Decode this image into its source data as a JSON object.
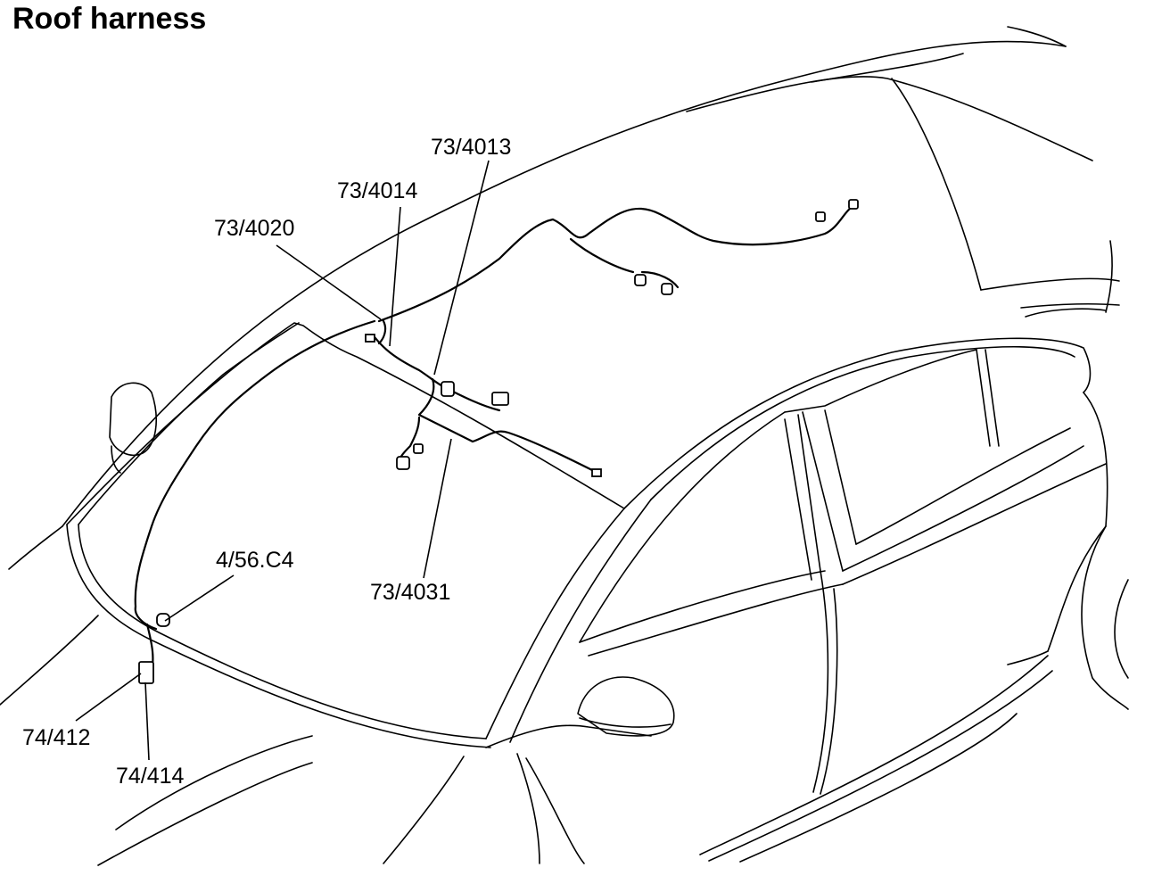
{
  "title": "Roof harness",
  "callouts": [
    {
      "id": "73_4013",
      "label": "73/4013"
    },
    {
      "id": "73_4014",
      "label": "73/4014"
    },
    {
      "id": "73_4020",
      "label": "73/4020"
    },
    {
      "id": "4_56_C4",
      "label": "4/56.C4"
    },
    {
      "id": "73_4031",
      "label": "73/4031"
    },
    {
      "id": "74_412",
      "label": "74/412"
    },
    {
      "id": "74_414",
      "label": "74/414"
    }
  ]
}
